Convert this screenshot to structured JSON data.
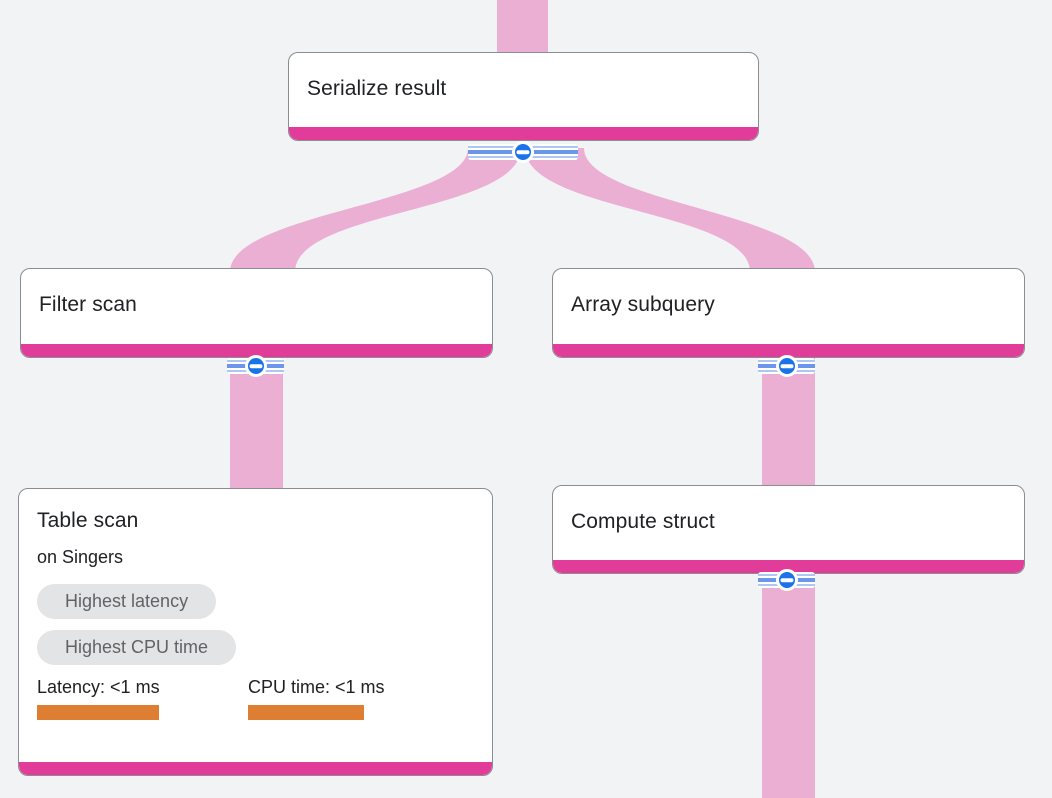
{
  "colors": {
    "background": "#F1F3F4",
    "flow_pink": "#ECAFD4",
    "accent_bar_pink": "#E23C9B",
    "node_border": "#8A8E92",
    "node_bg": "#FFFFFF",
    "collapse_blue": "#1A73E8",
    "stripe_light": "#AEC6F4",
    "stripe_dark": "#6C96EC",
    "badge_bg": "#E3E4E6",
    "badge_text": "#5F6368",
    "metric_bar_orange": "#DD7E32",
    "text": "#202124"
  },
  "nodes": {
    "serialize_result": {
      "title": "Serialize result"
    },
    "filter_scan": {
      "title": "Filter scan"
    },
    "array_subquery": {
      "title": "Array subquery"
    },
    "table_scan": {
      "title": "Table scan",
      "subtitle": "on Singers",
      "badges": [
        "Highest latency",
        "Highest CPU time"
      ],
      "metrics": [
        {
          "label": "Latency: <1 ms"
        },
        {
          "label": "CPU time: <1 ms"
        }
      ]
    },
    "compute_struct": {
      "title": "Compute struct"
    }
  },
  "icons": {
    "collapse": "minus-in-blue-circle",
    "collapsed_rows": "blue-striped-band"
  }
}
